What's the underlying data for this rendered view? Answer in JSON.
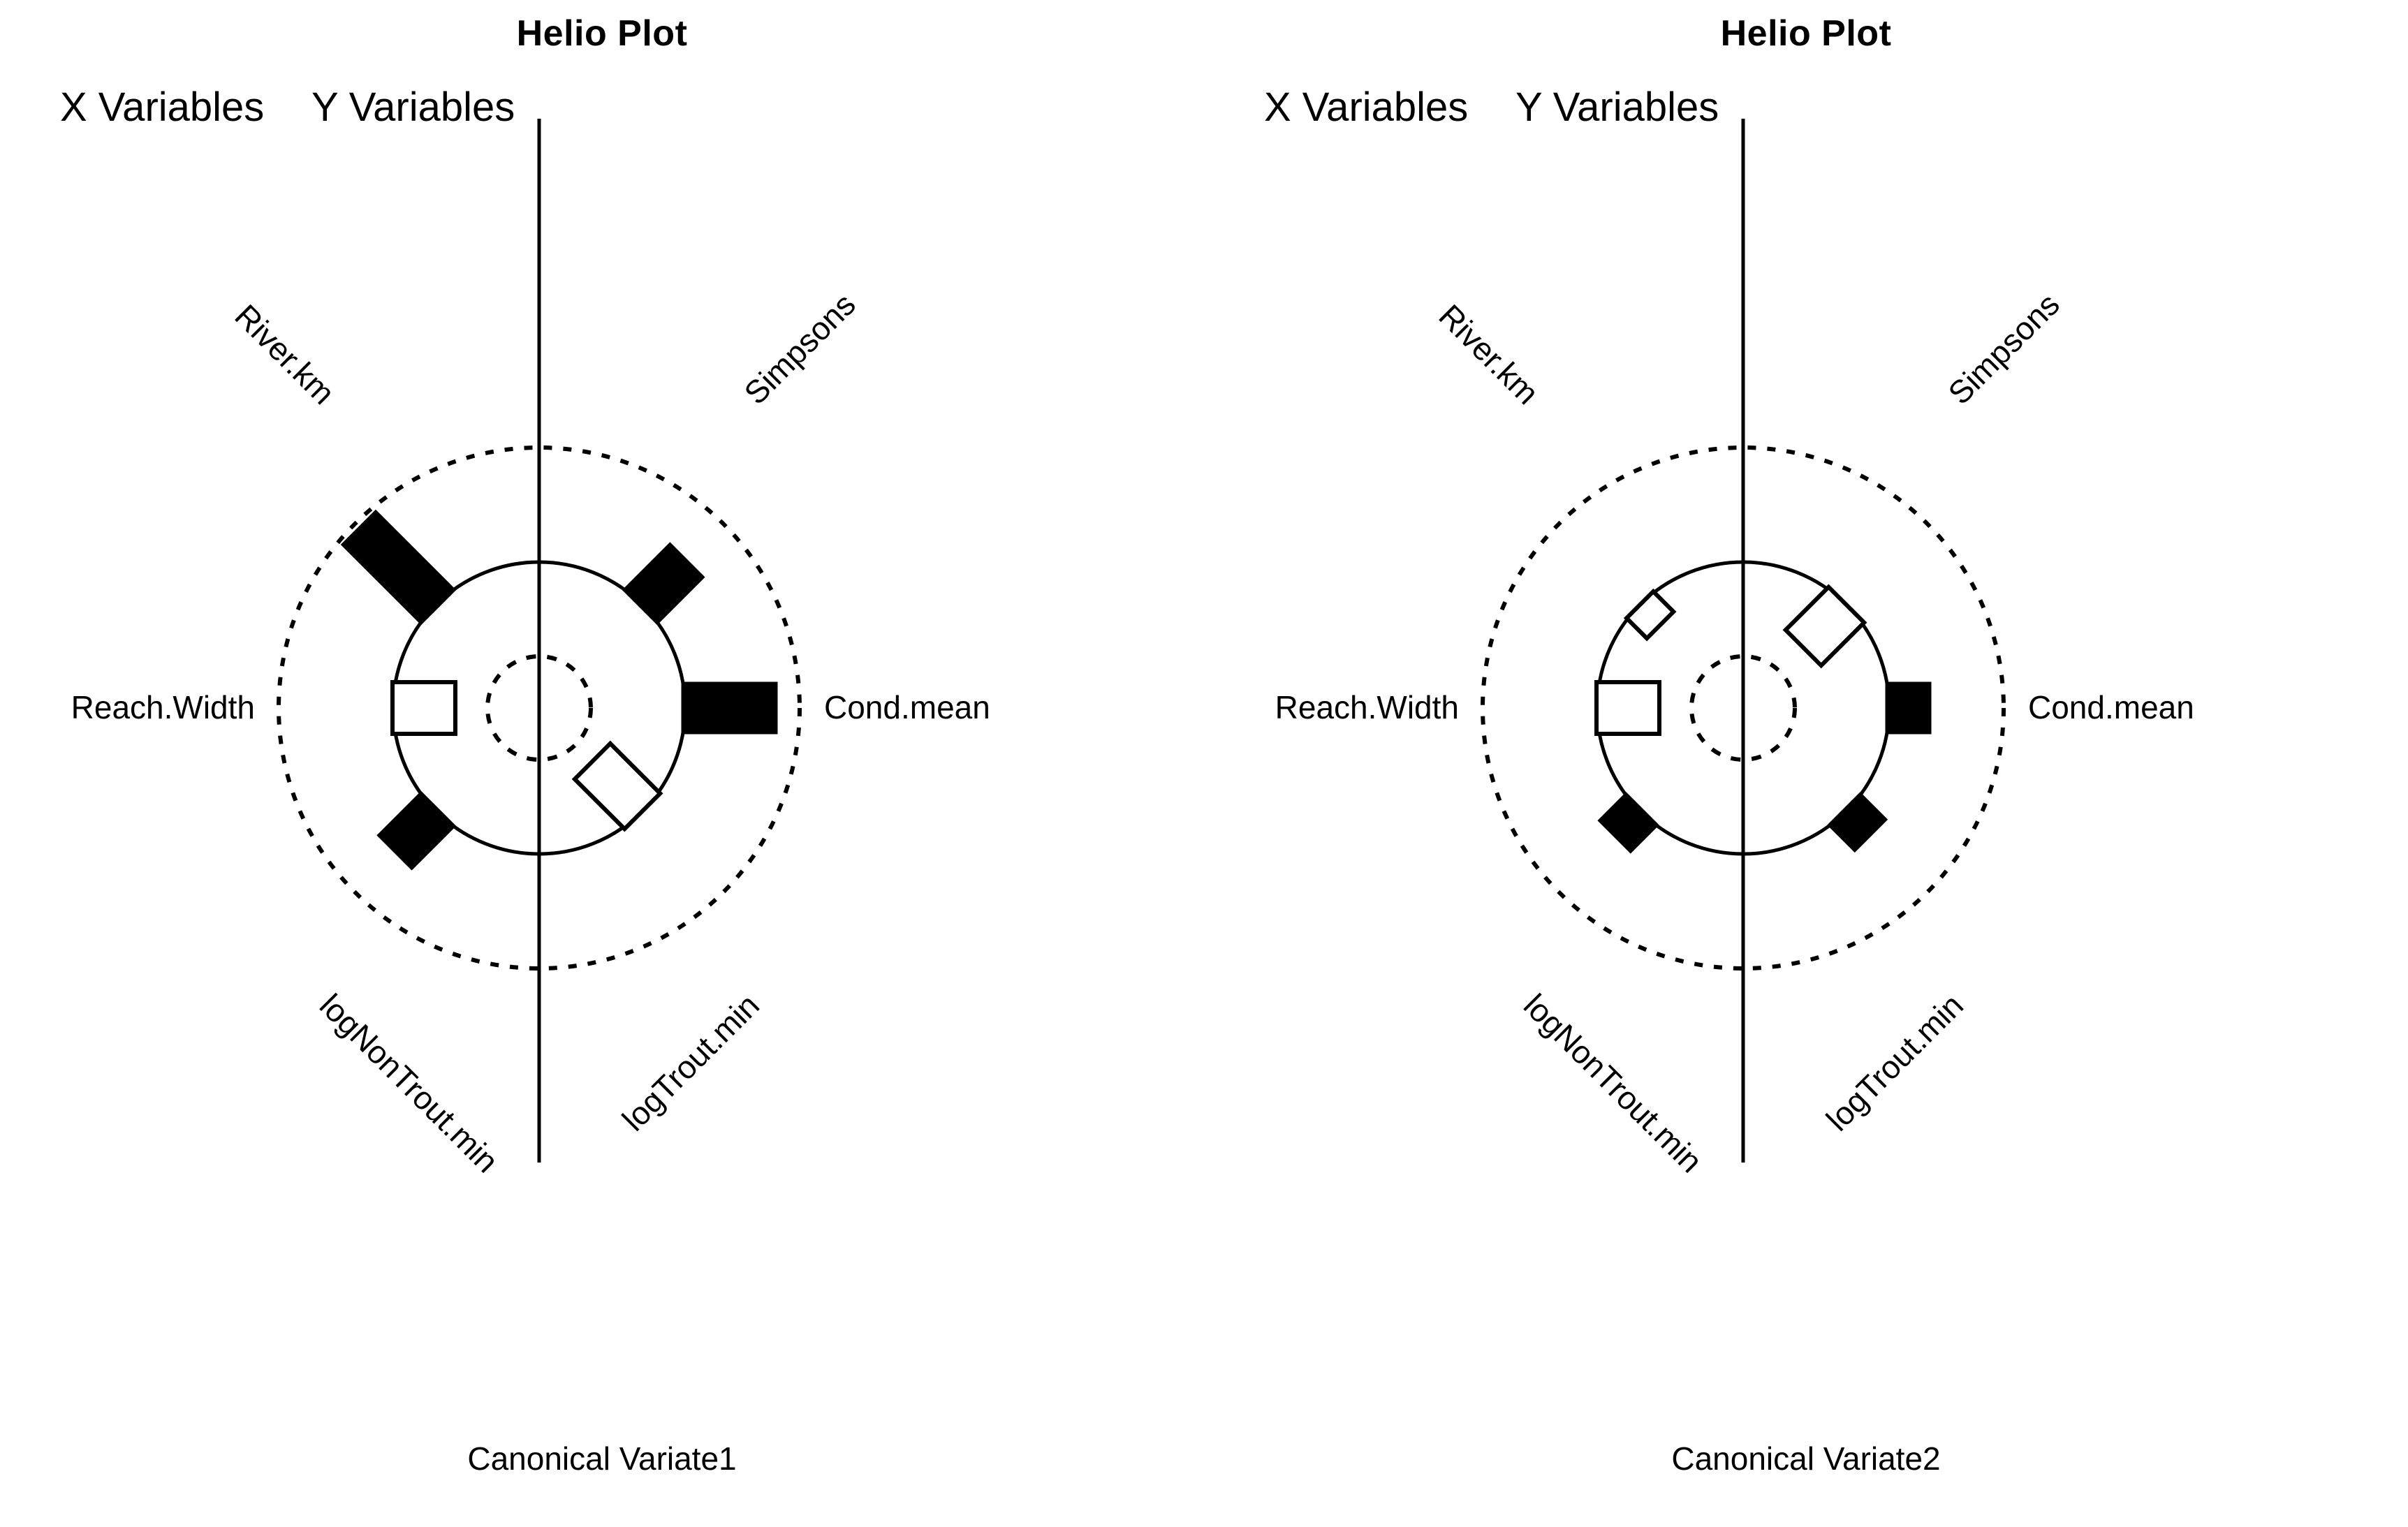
{
  "figure": {
    "background": "#ffffff",
    "ink_color": "#000000",
    "panel_count": 2
  },
  "panels": [
    {
      "title": "Helio Plot",
      "caption": "Canonical Variate1",
      "headings": {
        "x_side": "X Variables",
        "y_side": "Y Variables"
      },
      "variables": [
        {
          "label": "River.km",
          "side": "X",
          "angle_deg": 135,
          "direction": "outward",
          "fill": "solid",
          "magnitude": 0.62
        },
        {
          "label": "Reach.Width",
          "side": "X",
          "angle_deg": 180,
          "direction": "inward",
          "fill": "hollow",
          "magnitude": 0.34
        },
        {
          "label": "logNonTrout.min",
          "side": "X",
          "angle_deg": 225,
          "direction": "outward",
          "fill": "solid",
          "magnitude": 0.33
        },
        {
          "label": "Simpsons",
          "side": "Y",
          "angle_deg": 45,
          "direction": "outward",
          "fill": "solid",
          "magnitude": 0.36
        },
        {
          "label": "Cond.mean",
          "side": "Y",
          "angle_deg": 0,
          "direction": "outward",
          "fill": "solid",
          "magnitude": 0.53
        },
        {
          "label": "logTrout.min",
          "side": "Y",
          "angle_deg": -45,
          "direction": "inward",
          "fill": "hollow",
          "magnitude": 0.38
        }
      ]
    },
    {
      "title": "Helio Plot",
      "caption": "Canonical Variate2",
      "headings": {
        "x_side": "X Variables",
        "y_side": "Y Variables"
      },
      "variables": [
        {
          "label": "River.km",
          "side": "X",
          "angle_deg": 135,
          "direction": "inward",
          "fill": "hollow",
          "magnitude": 0.15
        },
        {
          "label": "Reach.Width",
          "side": "X",
          "angle_deg": 180,
          "direction": "inward",
          "fill": "hollow",
          "magnitude": 0.34
        },
        {
          "label": "logNonTrout.min",
          "side": "X",
          "angle_deg": 225,
          "direction": "outward",
          "fill": "solid",
          "magnitude": 0.2
        },
        {
          "label": "Simpsons",
          "side": "Y",
          "angle_deg": 45,
          "direction": "inward",
          "fill": "hollow",
          "magnitude": 0.33
        },
        {
          "label": "Cond.mean",
          "side": "Y",
          "angle_deg": 0,
          "direction": "outward",
          "fill": "solid",
          "magnitude": 0.24
        },
        {
          "label": "logTrout.min",
          "side": "Y",
          "angle_deg": -45,
          "direction": "outward",
          "fill": "solid",
          "magnitude": 0.19
        }
      ]
    }
  ],
  "chart_data": {
    "type": "helio-plot",
    "title": "Helio Plot",
    "description": "Two helio (radial bar) plots showing canonical correlation structure coefficients. Bars pointing outward from the reference circle are filled black (positive); bars pointing inward are hollow/white (negative). Radius of the reference circle denotes zero; the outer dotted circle denotes the maximum magnitude and the inner dotted circle denotes the maximum negative magnitude.",
    "geometry": {
      "outer_dotted_radius": 373,
      "reference_circle_radius": 209,
      "inner_dotted_radius": 74,
      "center_y": 1014,
      "vertical_divider_x": 772
    },
    "angle_labels_deg": [
      135,
      180,
      225,
      45,
      0,
      -45
    ],
    "categories": [
      "River.km",
      "Reach.Width",
      "logNonTrout.min",
      "Simpsons",
      "Cond.mean",
      "logTrout.min"
    ],
    "variable_sides": [
      "X",
      "X",
      "X",
      "Y",
      "Y",
      "Y"
    ],
    "series": [
      {
        "name": "Canonical Variate1",
        "values": [
          0.62,
          -0.34,
          0.33,
          0.36,
          0.53,
          -0.38
        ]
      },
      {
        "name": "Canonical Variate2",
        "values": [
          -0.15,
          -0.34,
          0.2,
          -0.33,
          0.24,
          0.19
        ]
      }
    ],
    "xlabel": "",
    "ylabel": "",
    "legend_position": "none",
    "grid": false
  }
}
